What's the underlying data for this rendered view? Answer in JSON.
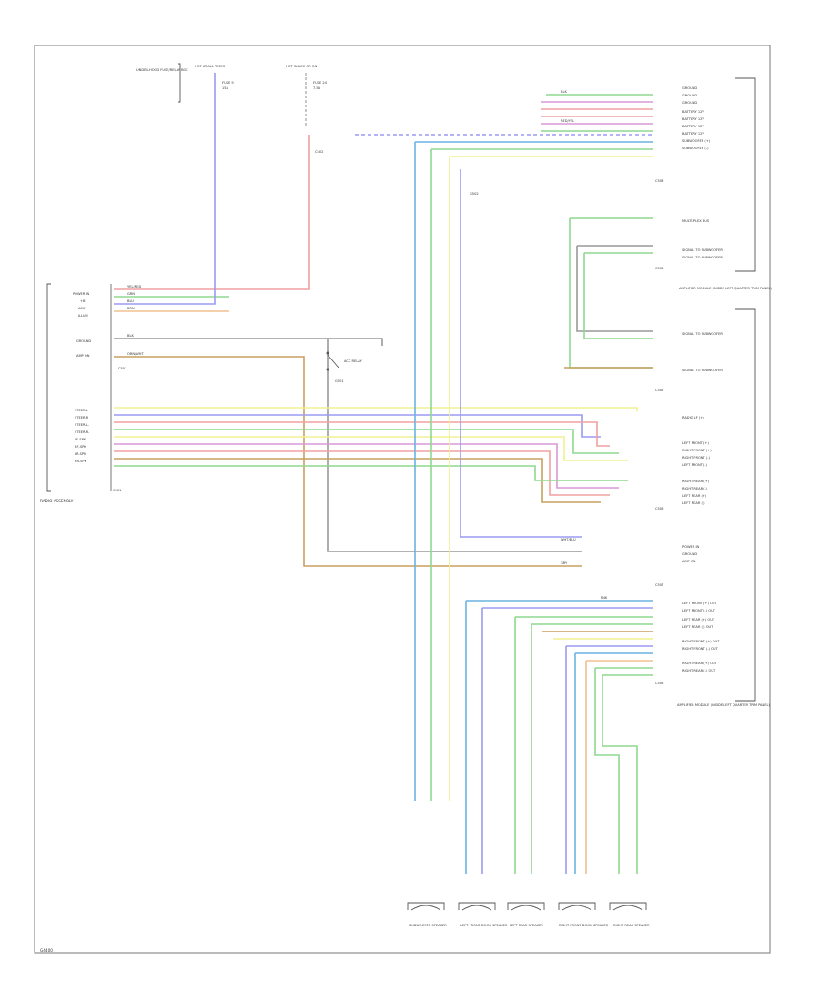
{
  "diagram": {
    "frame_id": "G4400",
    "components": {
      "radio": "RADIO ASSEMBLY",
      "amplifier": "AMPLIFIER MODULE",
      "module_lower": "AMPLIFIER MODULE (INSIDE LEFT QUARTER TRIM PANEL)",
      "module_upper": "AMPLIFIER MODULE (INSIDE LEFT QUARTER TRIM PANEL)",
      "switch": "ACC RELAY",
      "speakers": [
        "SUBWOOFER SPEAKER",
        "LEFT FRONT DOOR SPEAKER",
        "LEFT REAR SPEAKER",
        "RIGHT FRONT DOOR SPEAKER",
        "RIGHT REAR SPEAKER"
      ]
    },
    "fuses": [
      {
        "line1": "HOT AT ALL TIMES",
        "line2": "FUSE 9",
        "line3": "15A"
      },
      {
        "line1": "HOT IN ACC OR ON",
        "line2": "FUSE 24",
        "line3": "7.5A"
      }
    ],
    "fuse_note": "UNDER-HOOD FUSE/RELAY BOX",
    "radio_pins": [
      "POWER IN",
      "+B",
      "ACC",
      "ILLUM",
      "GROUND",
      "AMP ON",
      "STEER-L",
      "STEER-R",
      "STEER-L-",
      "STEER-R-",
      "LF-SPK",
      "RF-SPK",
      "LR-SPK",
      "RR-SPK"
    ],
    "radio_connector": "C501",
    "wire_codes": [
      "YEL/RED",
      "WHT/BLU",
      "BLK",
      "RED/YEL",
      "GRN",
      "BLU",
      "PNK",
      "GRY",
      "BRN",
      "ORN/WHT"
    ],
    "upper_right_pins": [
      "GROUND",
      "GROUND",
      "GROUND",
      "BATTERY 12V",
      "BATTERY 12V",
      "BATTERY 12V",
      "BATTERY 12V",
      "SUBWOOFER (+)",
      "SUBWOOFER (-)"
    ],
    "mid_right_pins": [
      "MULTI-PLEX BUS",
      "SIGNAL TO SUBWOOFER",
      "SIGNAL TO SUBWOOFER",
      "SIGNAL TO SUBWOOFER",
      "SIGNAL TO SUBWOOFER"
    ],
    "right_pins": [
      "RADIO LF (+)",
      "LEFT FRONT (+)",
      "RIGHT FRONT (+)",
      "RIGHT FRONT (-)",
      "LEFT FRONT (-)",
      "RIGHT REAR (+)",
      "RIGHT REAR (-)",
      "LEFT REAR (+)",
      "LEFT REAR (-)"
    ],
    "lower_right_pins": [
      "POWER IN",
      "GROUND",
      "AMP ON"
    ],
    "output_pins": [
      "LEFT FRONT (+) OUT",
      "LEFT FRONT (-) OUT",
      "LEFT REAR (+) OUT",
      "LEFT REAR (-) OUT",
      "RIGHT FRONT (+) OUT",
      "RIGHT FRONT (-) OUT",
      "RIGHT REAR (+) OUT",
      "RIGHT REAR (-) OUT"
    ],
    "connectors": [
      "C501",
      "C502",
      "C503",
      "C504",
      "C505",
      "C506",
      "C507",
      "C508",
      "G501",
      "G502"
    ]
  }
}
